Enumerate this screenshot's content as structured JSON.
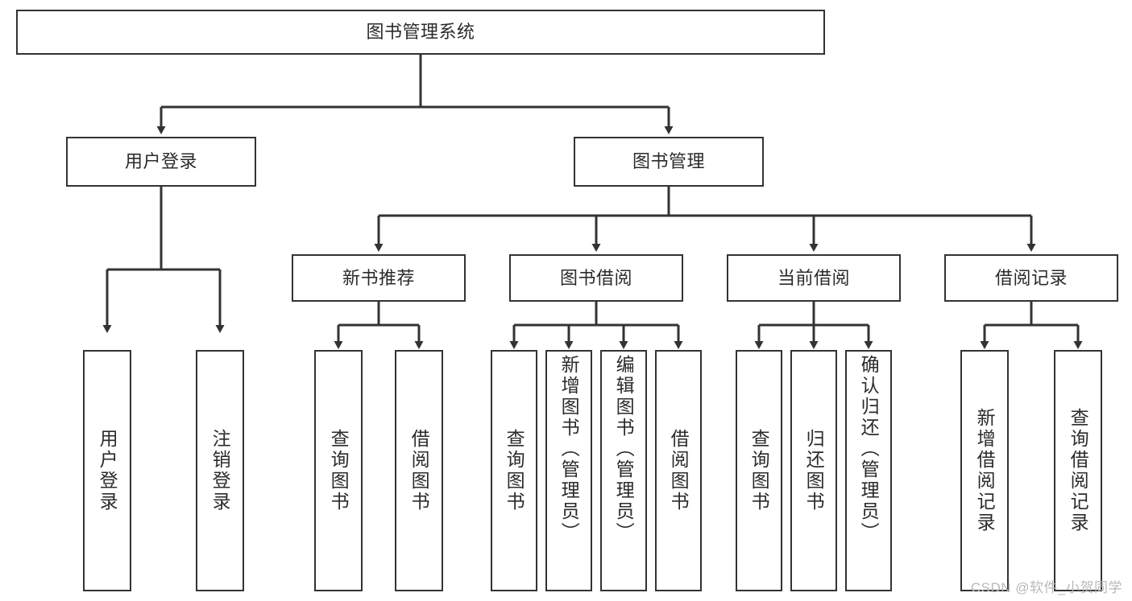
{
  "diagram": {
    "title": "图书管理系统",
    "type": "tree-hierarchy-chart",
    "root": {
      "label": "图书管理系统"
    },
    "level2": [
      {
        "label": "用户登录"
      },
      {
        "label": "图书管理"
      }
    ],
    "level3": [
      {
        "label": "新书推荐"
      },
      {
        "label": "图书借阅"
      },
      {
        "label": "当前借阅"
      },
      {
        "label": "借阅记录"
      }
    ],
    "leaves": {
      "user_login": [
        {
          "label": "用户登录"
        },
        {
          "label": "注销登录"
        }
      ],
      "new_book": [
        {
          "label": "查询图书"
        },
        {
          "label": "借阅图书"
        }
      ],
      "book_borrow": [
        {
          "label": "查询图书"
        },
        {
          "label": "新增图书（管理员）"
        },
        {
          "label": "编辑图书（管理员）"
        },
        {
          "label": "借阅图书"
        }
      ],
      "current_borrow": [
        {
          "label": "查询图书"
        },
        {
          "label": "归还图书"
        },
        {
          "label": "确认归还（管理员）"
        }
      ],
      "borrow_record": [
        {
          "label": "新增借阅记录"
        },
        {
          "label": "查询借阅记录"
        }
      ]
    }
  },
  "watermark": {
    "text": "CSDN @软件_小贺同学"
  },
  "colors": {
    "border": "#333333",
    "text": "#2b2b2b",
    "background": "#ffffff",
    "watermark": "#b9b9b9"
  }
}
